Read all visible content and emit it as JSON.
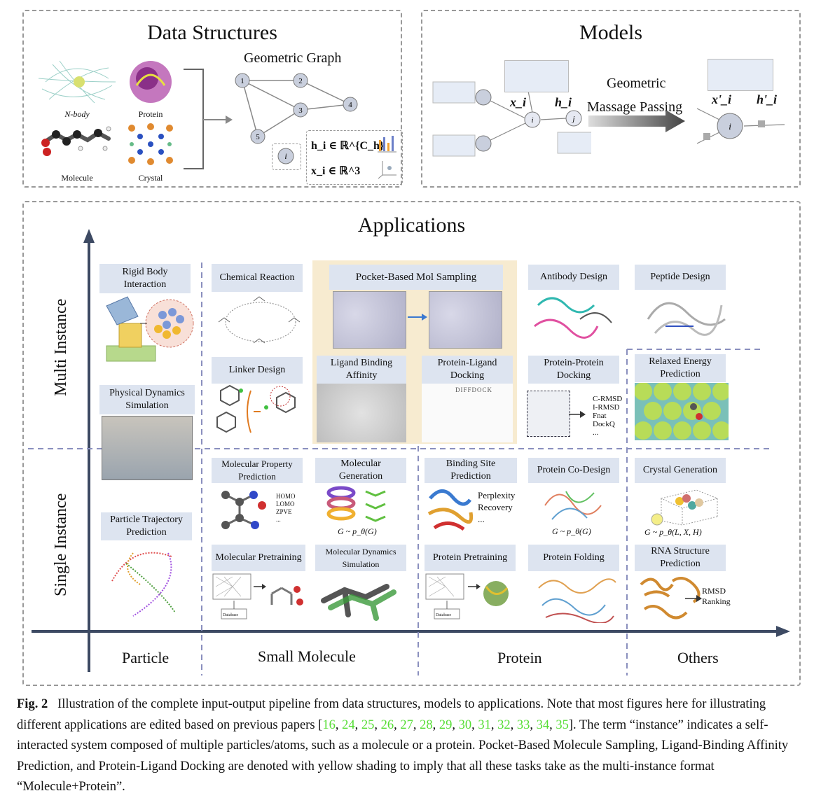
{
  "data_structures": {
    "title": "Data Structures",
    "items": [
      "N-body",
      "Protein",
      "Molecule",
      "Crystal"
    ],
    "graph_title": "Geometric Graph",
    "nodes": [
      "1",
      "2",
      "3",
      "4",
      "5"
    ],
    "node_i": "i",
    "feature_h": "h_i ∈ ℝ^{C_h}",
    "feature_x": "x_i ∈ ℝ^3"
  },
  "models": {
    "title": "Models",
    "x_label": "x_i",
    "h_label": "h_i",
    "node_i": "i",
    "node_j": "j",
    "arrow_label_1": "Geometric",
    "arrow_label_2": "Massage Passing",
    "x_out": "x'_i",
    "h_out": "h'_i"
  },
  "applications": {
    "title": "Applications",
    "y_axis": [
      "Multi Instance",
      "Single Instance"
    ],
    "x_axis": [
      "Particle",
      "Small Molecule",
      "Protein",
      "Others"
    ],
    "tasks": {
      "rigid_body": "Rigid Body Interaction",
      "physical_dynamics": "Physical Dynamics Simulation",
      "particle_trajectory": "Particle Trajectory Prediction",
      "chemical_reaction": "Chemical Reaction",
      "linker_design": "Linker Design",
      "pocket_sampling": "Pocket-Based Mol Sampling",
      "ligand_affinity": "Ligand Binding Affinity",
      "protein_ligand": "Protein-Ligand Docking",
      "antibody": "Antibody Design",
      "ppi_docking": "Protein-Protein Docking",
      "peptide": "Peptide Design",
      "relaxed_energy": "Relaxed Energy Prediction",
      "mol_property": "Molecular Property Prediction",
      "mol_generation": "Molecular Generation",
      "mol_pretraining": "Molecular Pretraining",
      "mol_dynamics": "Molecular Dynamics Simulation",
      "binding_site": "Binding Site Prediction",
      "protein_codesign": "Protein Co-Design",
      "protein_pretraining": "Protein Pretraining",
      "protein_folding": "Protein Folding",
      "crystal_generation": "Crystal Generation",
      "rna_structure": "RNA Structure Prediction"
    },
    "notes": {
      "diffdock": "DIFFDOCK",
      "ppi_metrics": [
        "C-RMSD",
        "I-RMSD",
        "Fnat",
        "DockQ",
        "..."
      ],
      "property_list": [
        "HOMO",
        "LOMO",
        "ZPVE",
        "..."
      ],
      "mol_gen_formula": "G ~ p_θ(G)",
      "binding_list": [
        "Perplexity",
        "Recovery",
        "..."
      ],
      "codesign_formula": "G ~ p_θ(G)",
      "crystal_formula": "G ~ p_θ(L, X, H)",
      "rna_list": [
        "RMSD",
        "Ranking"
      ],
      "database": "Database"
    }
  },
  "caption": {
    "fig": "Fig. 2",
    "text1": "Illustration of the complete input-output pipeline from data structures, models to applications. Note that most figures here for illustrating different applications are edited based on previous papers [",
    "refs": [
      "16",
      "24",
      "25",
      "26",
      "27",
      "28",
      "29",
      "30",
      "31",
      "32",
      "33",
      "34",
      "35"
    ],
    "text2": "]. The term “instance” indicates a self-interacted system composed of multiple particles/atoms, such as a molecule or a protein. Pocket-Based Molecule Sampling, Ligand-Binding Affinity Prediction, and Protein-Ligand Docking are denoted with yellow shading to imply that all these tasks take as the multi-instance format “Molecule+Protein”."
  }
}
